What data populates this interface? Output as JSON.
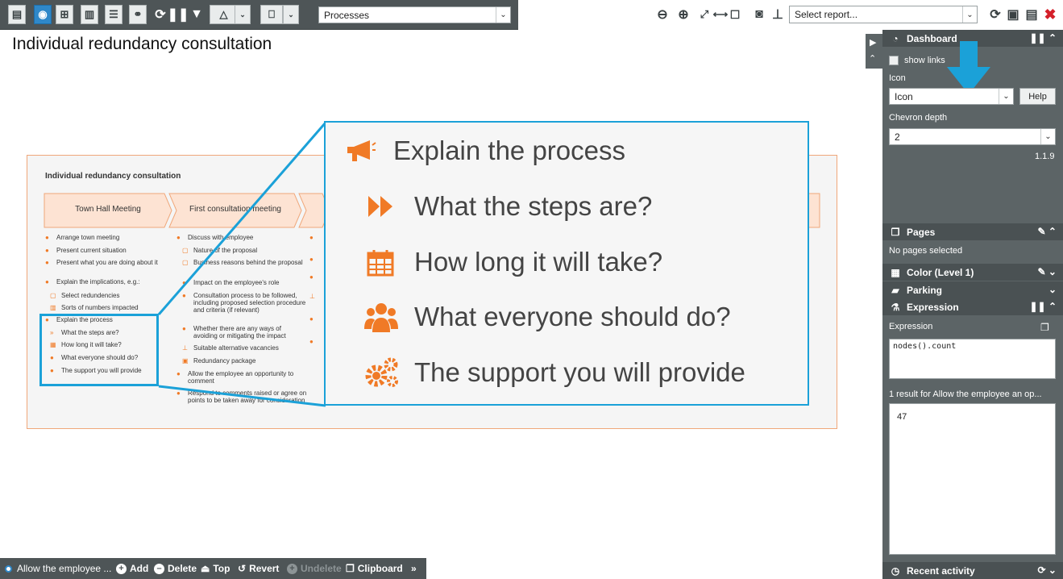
{
  "toolbar": {
    "process_select": "Processes",
    "report_select": "Select report..."
  },
  "page": {
    "title": "Individual redundancy consultation"
  },
  "diagram": {
    "title": "Individual redundancy consultation",
    "stages": [
      "Town Hall Meeting",
      "First consultation meeting"
    ],
    "col1": [
      "Arrange town meeting",
      "Present current situation",
      "Present what you are doing about it",
      "Explain the implications, e.g.:",
      "Select redundencies",
      "Sorts of numbers impacted",
      "Explain the process",
      "What the steps are?",
      "How long it will take?",
      "What everyone should do?",
      "The support you will provide"
    ],
    "col2": [
      "Discuss with employee",
      "Nature of the proposal",
      "Business reasons behind the proposal",
      "Impact on the employee's role",
      "Consultation process to be followed, including proposed selection procedure and criteria (if relevant)",
      "Whether there are any ways of avoiding or mitigating the impact",
      "Suitable alternative vacancies",
      "Redundancy package",
      "Allow the employee an opportunity to comment",
      "Respond to comments raised or agree on points to be taken away for consideration"
    ]
  },
  "callout": {
    "heading": "Explain the process",
    "items": [
      "What the steps are?",
      "How long it will take?",
      "What everyone should do?",
      "The support you will provide"
    ]
  },
  "panel": {
    "dashboard_title": "Dashboard",
    "show_links": "show links",
    "icon_label": "Icon",
    "icon_value": "Icon",
    "help": "Help",
    "chevron_label": "Chevron depth",
    "chevron_value": "2",
    "version": "1.1.9",
    "pages_title": "Pages",
    "pages_status": "No pages selected",
    "color_title": "Color (Level 1)",
    "parking_title": "Parking",
    "expression_title": "Expression",
    "expression_label": "Expression",
    "expression_code": "nodes().count",
    "result_label": "1 result for Allow the employee an op...",
    "result_value": "47",
    "recent_title": "Recent activity"
  },
  "bottom": {
    "selected": "Allow the employee ...",
    "add": "Add",
    "delete": "Delete",
    "top": "Top",
    "revert": "Revert",
    "undelete": "Undelete",
    "clipboard": "Clipboard",
    "more": "»"
  },
  "colors": {
    "accent": "#f07a26",
    "callout_border": "#1ba1d8",
    "panel": "#5c6466"
  }
}
